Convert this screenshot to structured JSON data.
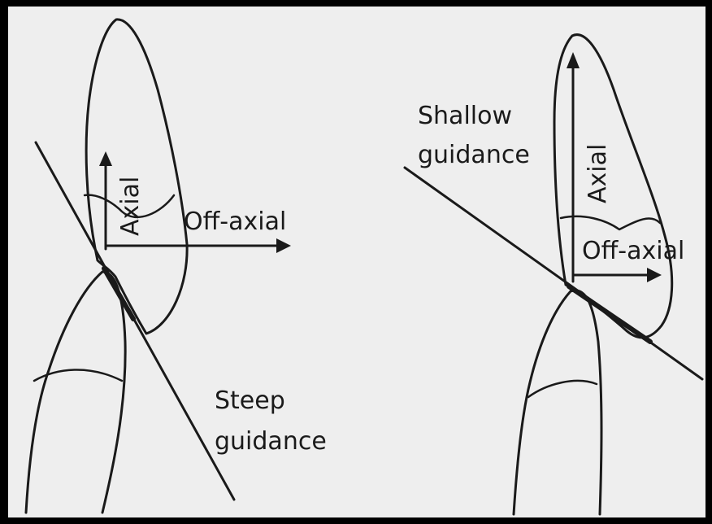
{
  "left_panel": {
    "axial_label": "Axial",
    "off_axial_label": "Off-axial",
    "guidance_line1": "Steep",
    "guidance_line2": "guidance"
  },
  "right_panel": {
    "axial_label": "Axial",
    "off_axial_label": "Off-axial",
    "guidance_line1": "Shallow",
    "guidance_line2": "guidance"
  },
  "colors": {
    "ink": "#1a1a1a",
    "paper": "#eeeeee",
    "frame": "#000000"
  }
}
